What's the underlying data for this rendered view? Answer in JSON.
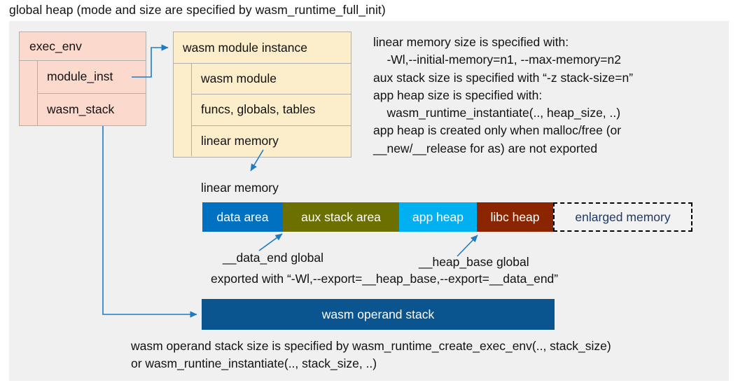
{
  "title": "global heap (mode and size are specified by wasm_runtime_full_init)",
  "colors": {
    "panel_bg": "#f0f0f0",
    "exec_env_fill": "#fbd9cd",
    "module_inst_fill": "#fceecb",
    "data_area": "#0070c0",
    "aux_stack_area": "#6b7000",
    "app_heap": "#00b0f0",
    "libc_heap": "#8b2500",
    "enlarged_memory_text": "#1f3864",
    "operand_stack": "#0a5490",
    "wire": "#1f7ac4"
  },
  "exec_env": {
    "header": "exec_env",
    "rows": [
      {
        "label": "module_inst"
      },
      {
        "label": "wasm_stack"
      }
    ]
  },
  "module_instance": {
    "header": "wasm module instance",
    "rows": [
      {
        "label": "wasm module"
      },
      {
        "label": "funcs, globals, tables"
      },
      {
        "label": "linear memory"
      }
    ]
  },
  "note_right": "linear memory size is specified with:\n    -Wl,--initial-memory=n1, --max-memory=n2\naux stack size is specified with “-z stack-size=n”\napp heap size is specified with:\n    wasm_runtime_instantiate(.., heap_size, ..)\napp heap is created only when malloc/free (or\n__new/__release for as) are not exported",
  "linear_memory": {
    "label": "linear memory",
    "segments": [
      {
        "label": "data area",
        "color": "#0070c0",
        "width": 115,
        "style": "solid"
      },
      {
        "label": "aux stack area",
        "color": "#6b7000",
        "width": 166,
        "style": "solid"
      },
      {
        "label": "app heap",
        "color": "#00b0f0",
        "width": 111,
        "style": "solid"
      },
      {
        "label": "libc heap",
        "color": "#8b2500",
        "width": 109,
        "style": "solid"
      },
      {
        "label": "enlarged memory",
        "color": "#f2f2f2",
        "width": 199,
        "style": "dashed"
      }
    ]
  },
  "annotations": {
    "data_end": "__data_end global",
    "heap_base": "__heap_base global",
    "exported_with": "exported with “-Wl,--export=__heap_base,--export=__data_end”"
  },
  "operand_stack": {
    "label": "wasm operand stack"
  },
  "note_bottom": "wasm operand stack size is specified by wasm_runtime_create_exec_env(.., stack_size)\nor wasm_runtine_instantiate(.., stack_size, ..)"
}
